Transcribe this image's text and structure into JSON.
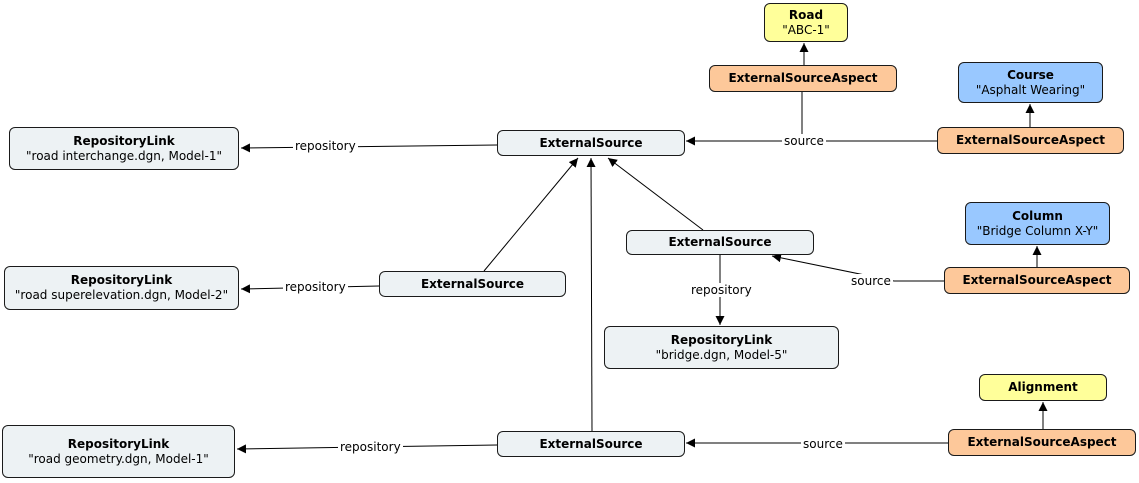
{
  "nodes": {
    "road": {
      "title": "Road",
      "subtitle": "\"ABC-1\""
    },
    "esa_road": {
      "title": "ExternalSourceAspect"
    },
    "course": {
      "title": "Course",
      "subtitle": "\"Asphalt Wearing\""
    },
    "esa_course": {
      "title": "ExternalSourceAspect"
    },
    "rl1": {
      "title": "RepositoryLink",
      "subtitle": "\"road interchange.dgn, Model-1\""
    },
    "es_top": {
      "title": "ExternalSource"
    },
    "column": {
      "title": "Column",
      "subtitle": "\"Bridge Column X-Y\""
    },
    "esa_column": {
      "title": "ExternalSourceAspect"
    },
    "es_bridge": {
      "title": "ExternalSource"
    },
    "rl2": {
      "title": "RepositoryLink",
      "subtitle": "\"road superelevation.dgn, Model-2\""
    },
    "es_super": {
      "title": "ExternalSource"
    },
    "rl5": {
      "title": "RepositoryLink",
      "subtitle": "\"bridge.dgn, Model-5\""
    },
    "alignment": {
      "title": "Alignment"
    },
    "esa_align": {
      "title": "ExternalSourceAspect"
    },
    "rl_geom": {
      "title": "RepositoryLink",
      "subtitle": "\"road geometry.dgn, Model-1\""
    },
    "es_geom": {
      "title": "ExternalSource"
    }
  },
  "edge_labels": {
    "repository_1": "repository",
    "source_1": "source",
    "repository_2": "repository",
    "repository_5": "repository",
    "source_column": "source",
    "repository_geom": "repository",
    "source_align": "source"
  },
  "colors": {
    "gray_node": "#edf2f4",
    "orange_node": "#fdc89a",
    "blue_node": "#99c8ff",
    "yellow_node": "#ffff9a",
    "edge": "#000000"
  }
}
